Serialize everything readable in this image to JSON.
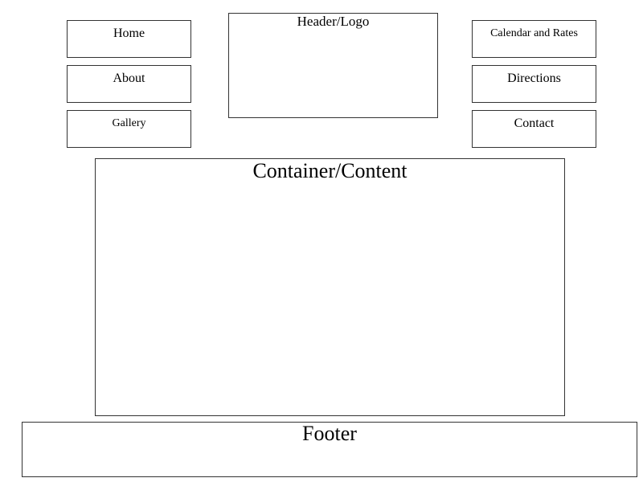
{
  "nav_left": {
    "home": "Home",
    "about": "About",
    "gallery": "Gallery"
  },
  "nav_right": {
    "calendar": "Calendar and Rates",
    "directions": "Directions",
    "contact": "Contact"
  },
  "header": {
    "label": "Header/Logo"
  },
  "content": {
    "label": "Container/Content"
  },
  "footer": {
    "label": "Footer"
  }
}
